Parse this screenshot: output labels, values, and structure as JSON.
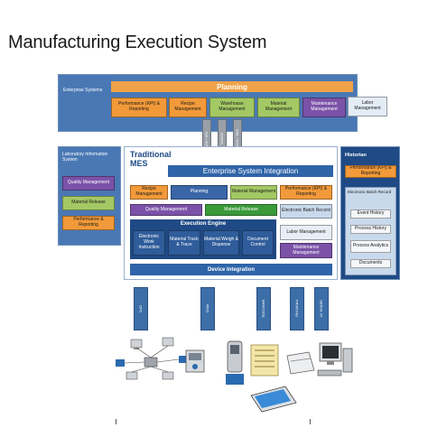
{
  "title": "Manufacturing Execution System",
  "enterprise": {
    "label": "Enterprise Systems",
    "planning": "Planning",
    "modules": [
      "Performance (KPI) & Reporting",
      "Recipe Management",
      "Warehouse Management",
      "Material Management",
      "Maintenance Management",
      "Labor Management"
    ]
  },
  "connectors": [
    "ISA / S95",
    "B2MML",
    "XML / SOAP"
  ],
  "lab": {
    "label": "Laboratory Information System",
    "items": [
      "Quality Management",
      "Material Release",
      "Performance & Reporting"
    ]
  },
  "historian": {
    "label": "Historian",
    "kpi": "Performance (KPI) & Reporting",
    "batch": "Electronic Batch Record",
    "items": [
      "Event History",
      "Process History",
      "Process Analytics",
      "Documents"
    ]
  },
  "mes": {
    "label": "Traditional MES",
    "integration": "Enterprise System Integration",
    "row1": [
      "Recipe Management",
      "Planning",
      "Material Management",
      "Performance (KPI) & Reporting"
    ],
    "row2": [
      "Quality Management",
      "Material Release",
      "Electronic Batch Record"
    ],
    "engine": "Execution Engine",
    "engine_items": [
      "Electronic Work Instruction",
      "Material Track & Trace",
      "Material Weigh & Dispense",
      "Document Control"
    ],
    "labor": "Labor Management",
    "maintenance": "Maintenance Management",
    "device": "Device Integration"
  },
  "interfaces": [
    "OPC",
    "RFID",
    "BARCODE",
    "PRINTING",
    "SERIAL IO"
  ]
}
